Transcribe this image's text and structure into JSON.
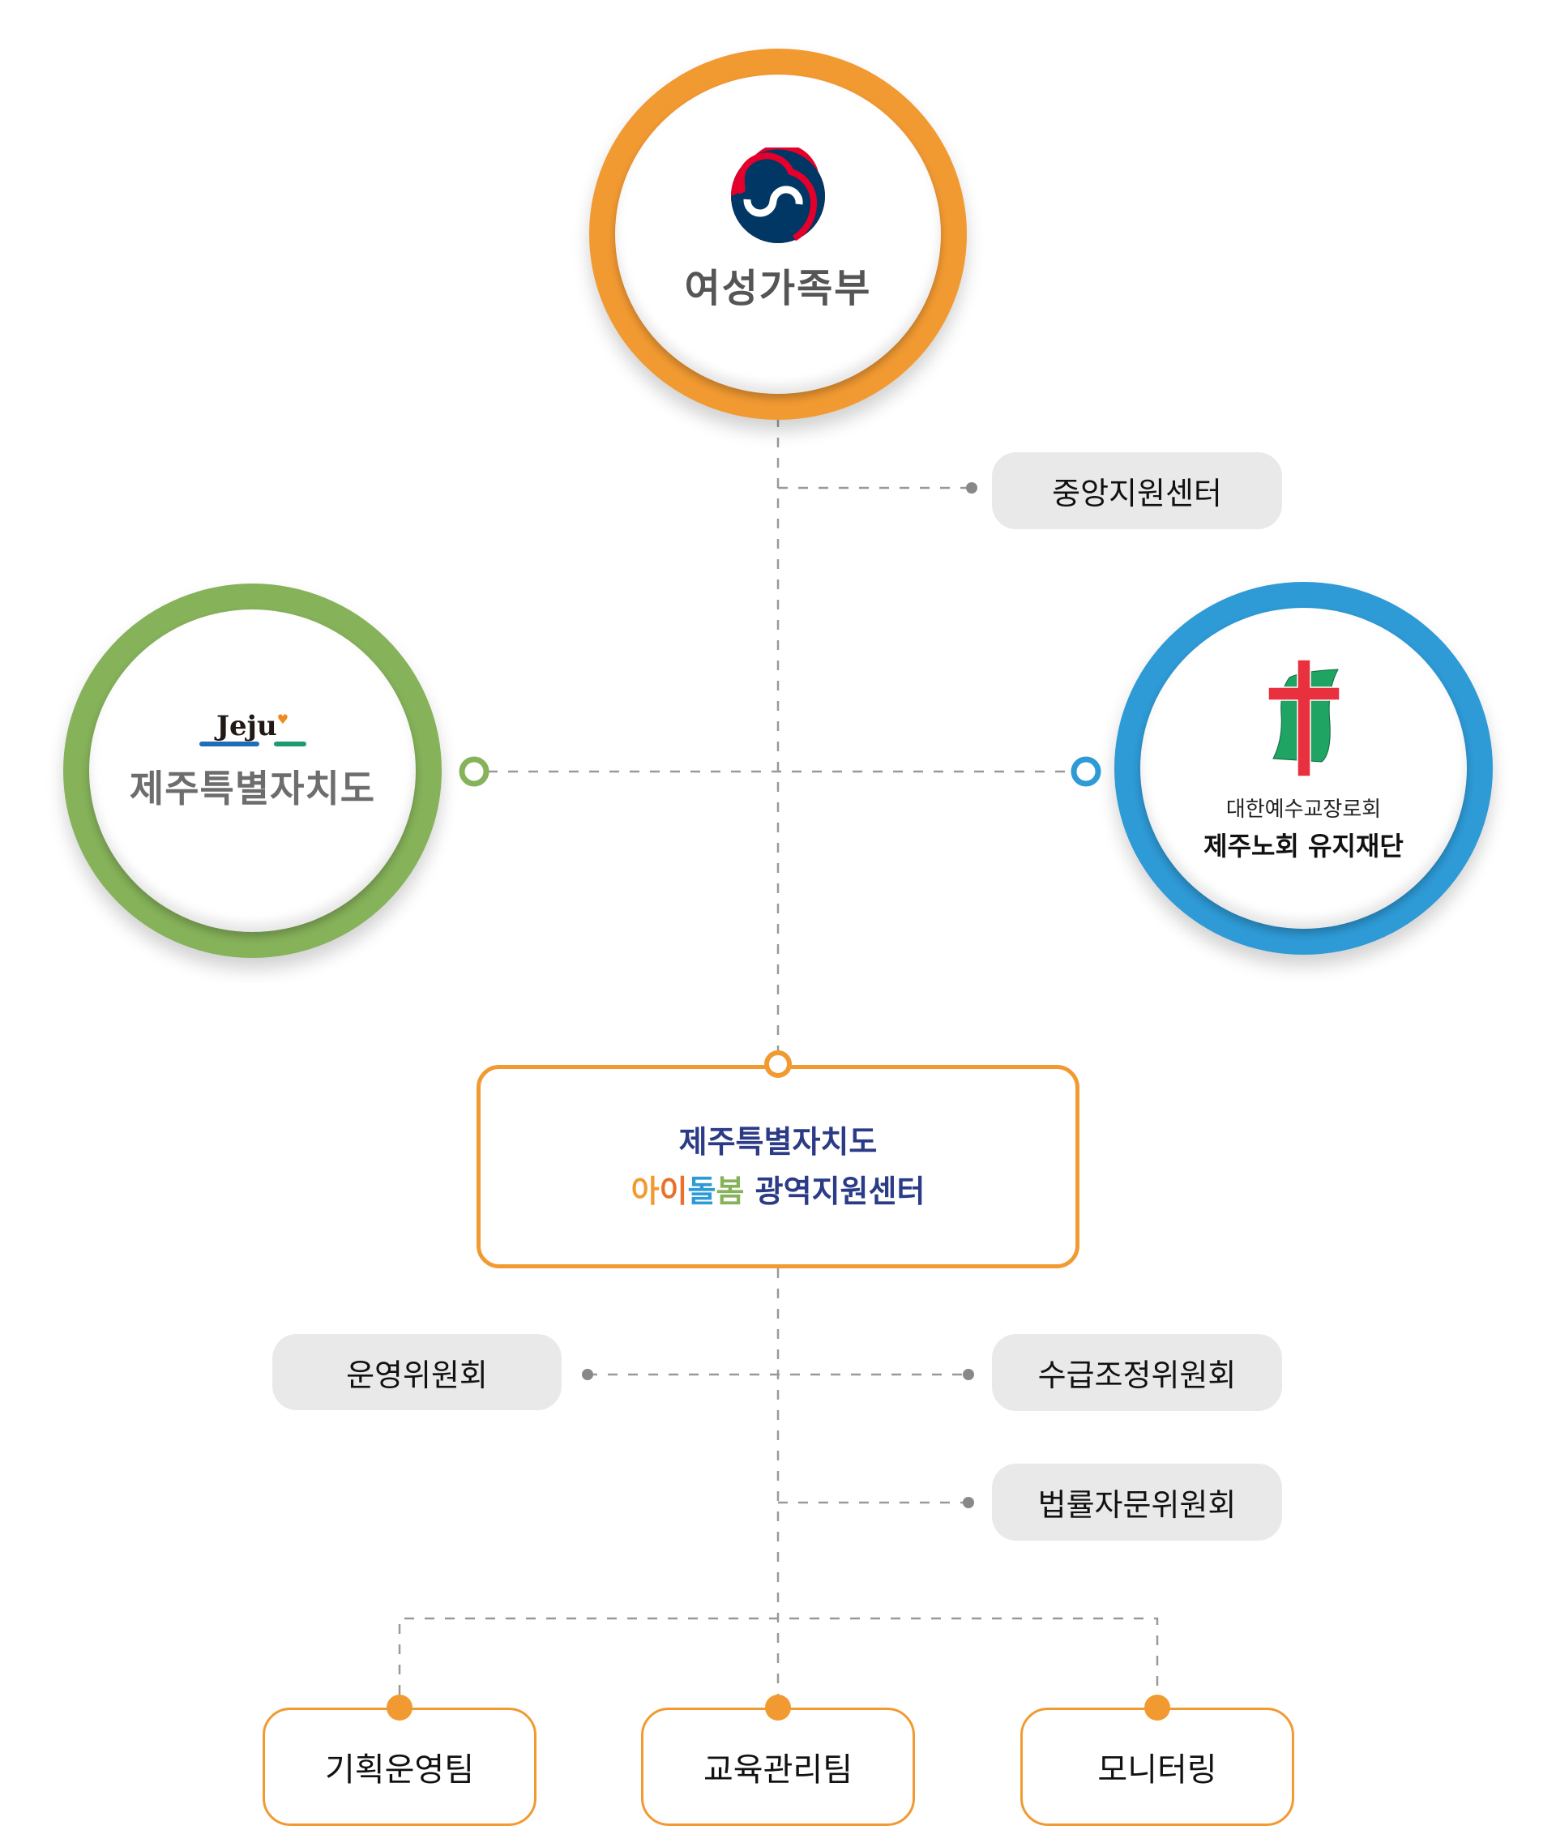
{
  "colors": {
    "orange": "#F29A32",
    "green": "#86B25A",
    "blue": "#2E9AD6",
    "navy": "#2B3B86",
    "connector": "#999999",
    "pill_bg": "#E9E9E9"
  },
  "top_org": {
    "name": "여성가족부",
    "logo": "taegeuk-emblem-icon"
  },
  "central_support": {
    "label": "중앙지원센터"
  },
  "left_org": {
    "logo_text": "Jeju",
    "name": "제주특별자치도"
  },
  "right_org": {
    "logo": "cross-scroll-icon",
    "line1": "대한예수교장로회",
    "line2": "제주노회 유지재단"
  },
  "hub": {
    "line1": "제주특별자치도",
    "line2_parts": [
      {
        "text": "아",
        "color": "#F29A32"
      },
      {
        "text": "이",
        "color": "#E8702A"
      },
      {
        "text": "돌",
        "color": "#2E9AD6"
      },
      {
        "text": "봄",
        "color": "#86B25A"
      },
      {
        "text": " 광역지원센터",
        "color": "#2B3B86"
      }
    ]
  },
  "committees": {
    "left": "운영위원회",
    "right_top": "수급조정위원회",
    "right_bottom": "법률자문위원회"
  },
  "teams": [
    "기획운영팀",
    "교육관리팀",
    "모니터링"
  ]
}
